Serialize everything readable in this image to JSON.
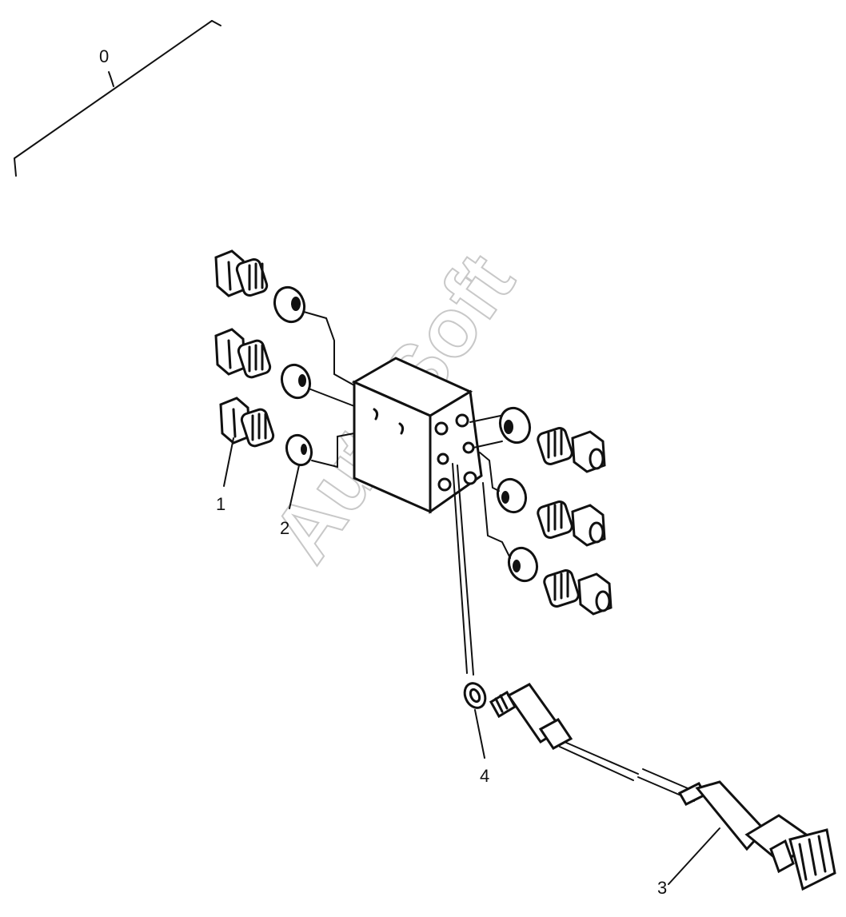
{
  "diagram": {
    "callouts": {
      "c0": "0",
      "c1": "1",
      "c2": "2",
      "c3": "3",
      "c4": "4"
    },
    "watermark": "AutoSoft"
  }
}
